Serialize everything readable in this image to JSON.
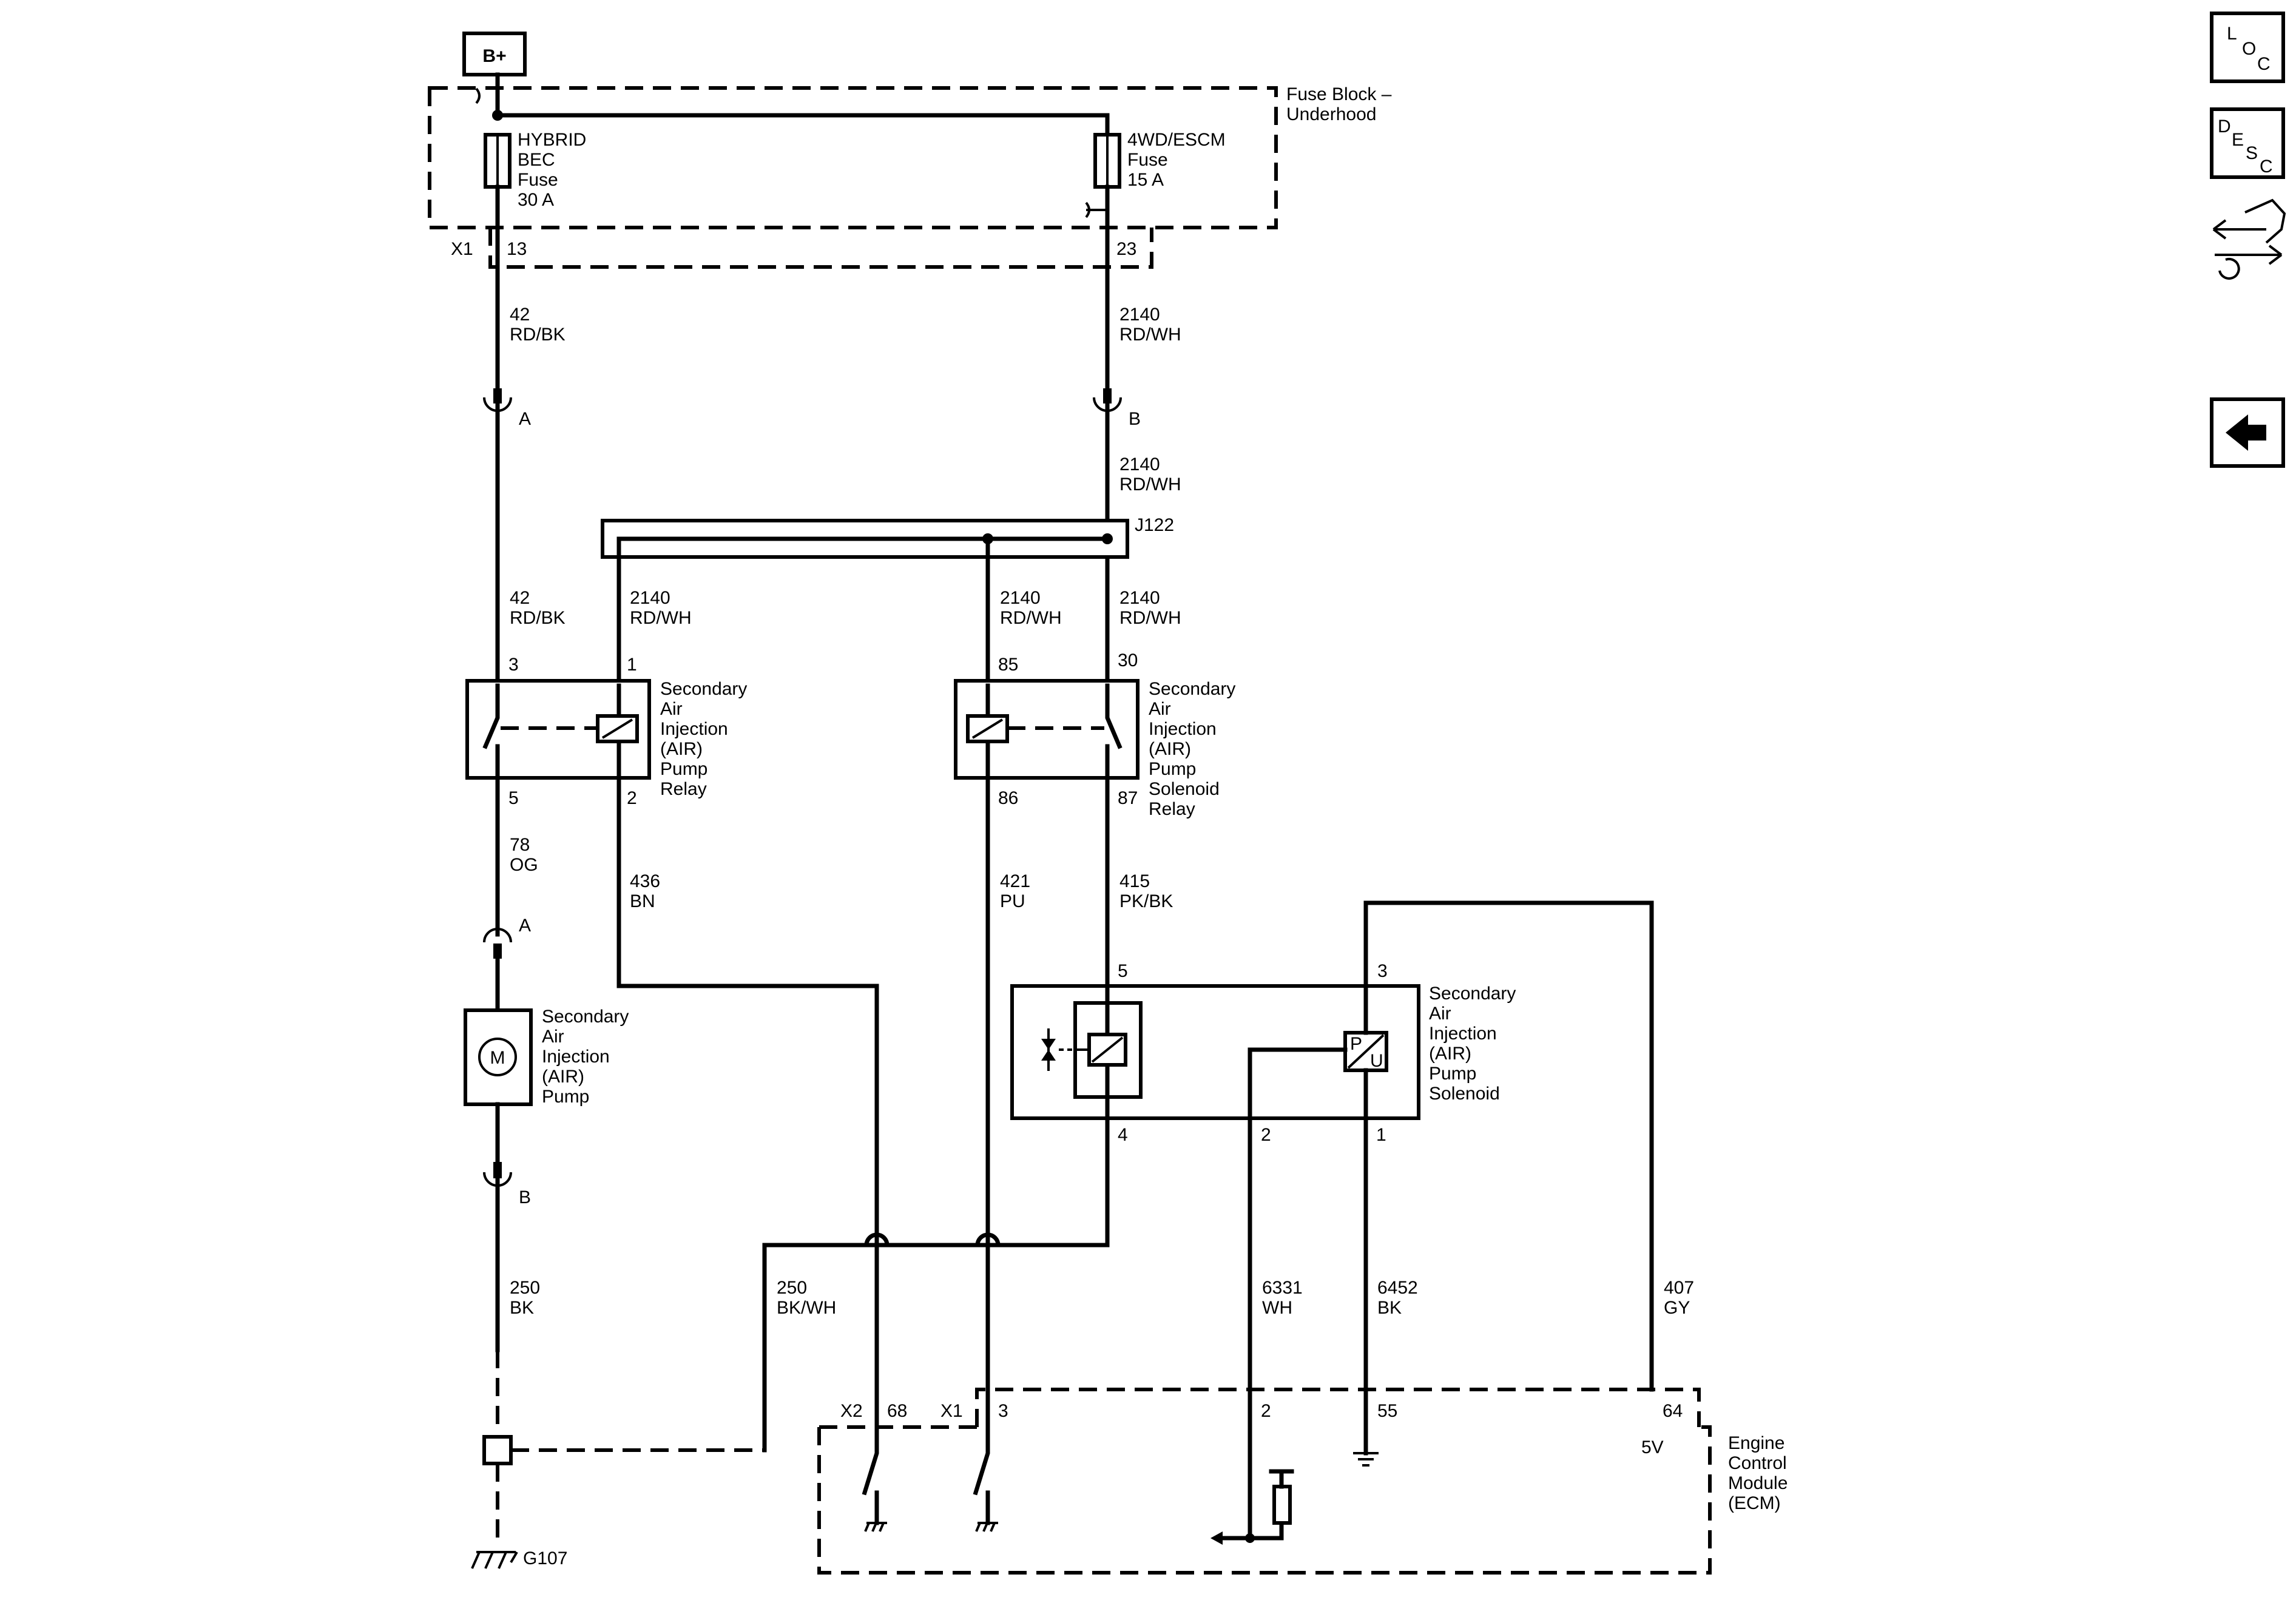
{
  "power_source": "B+",
  "fuse_block": {
    "title_line1": "Fuse Block –",
    "title_line2": "Underhood",
    "connector": "X1",
    "fuse_left": {
      "l1": "HYBRID",
      "l2": "BEC",
      "l3": "Fuse",
      "l4": "30 A",
      "pin": "13"
    },
    "fuse_right": {
      "l1": "4WD/ESCM",
      "l2": "Fuse",
      "l3": "15 A",
      "pin": "23"
    }
  },
  "wires": {
    "w42_top": {
      "num": "42",
      "color": "RD/BK"
    },
    "w2140_top": {
      "num": "2140",
      "color": "RD/WH"
    },
    "w2140_mid": {
      "num": "2140",
      "color": "RD/WH"
    },
    "w42_relay": {
      "num": "42",
      "color": "RD/BK"
    },
    "w2140_relay1": {
      "num": "2140",
      "color": "RD/WH"
    },
    "w2140_relay85": {
      "num": "2140",
      "color": "RD/WH"
    },
    "w2140_relay30": {
      "num": "2140",
      "color": "RD/WH"
    },
    "w78": {
      "num": "78",
      "color": "OG"
    },
    "w436": {
      "num": "436",
      "color": "BN"
    },
    "w421": {
      "num": "421",
      "color": "PU"
    },
    "w415": {
      "num": "415",
      "color": "PK/BK"
    },
    "w250": {
      "num": "250",
      "color": "BK"
    },
    "w250wh": {
      "num": "250",
      "color": "BK/WH"
    },
    "w6331": {
      "num": "6331",
      "color": "WH"
    },
    "w6452": {
      "num": "6452",
      "color": "BK"
    },
    "w407": {
      "num": "407",
      "color": "GY"
    }
  },
  "inline_connectors": {
    "a_upper": "A",
    "b_upper": "B",
    "a_lower": "A",
    "b_lower": "B"
  },
  "splice": "J122",
  "relay_pump": {
    "l1": "Secondary",
    "l2": "Air",
    "l3": "Injection",
    "l4": "(AIR)",
    "l5": "Pump",
    "l6": "Relay",
    "pin3": "3",
    "pin1": "1",
    "pin5": "5",
    "pin2": "2"
  },
  "relay_solenoid": {
    "l1": "Secondary",
    "l2": "Air",
    "l3": "Injection",
    "l4": "(AIR)",
    "l5": "Pump",
    "l6": "Solenoid",
    "l7": "Relay",
    "pin85": "85",
    "pin30": "30",
    "pin86": "86",
    "pin87": "87"
  },
  "pump": {
    "motor": "M",
    "l1": "Secondary",
    "l2": "Air",
    "l3": "Injection",
    "l4": "(AIR)",
    "l5": "Pump"
  },
  "solenoid": {
    "l1": "Secondary",
    "l2": "Air",
    "l3": "Injection",
    "l4": "(AIR)",
    "l5": "Pump",
    "l6": "Solenoid",
    "pin5": "5",
    "pin3": "3",
    "pin4": "4",
    "pin2": "2",
    "pin1": "1",
    "sensor_p": "P",
    "sensor_u": "U"
  },
  "ground": "G107",
  "ecm": {
    "l1": "Engine",
    "l2": "Control",
    "l3": "Module",
    "l4": "(ECM)",
    "x2": "X2",
    "pin68": "68",
    "x1": "X1",
    "pin3": "3",
    "pin2": "2",
    "pin55": "55",
    "pin64": "64",
    "v5": "5V"
  },
  "nav": {
    "loc": {
      "a": "L",
      "b": "O",
      "c": "C"
    },
    "desc": {
      "a": "D",
      "b": "E",
      "c": "S",
      "d": "C"
    }
  }
}
